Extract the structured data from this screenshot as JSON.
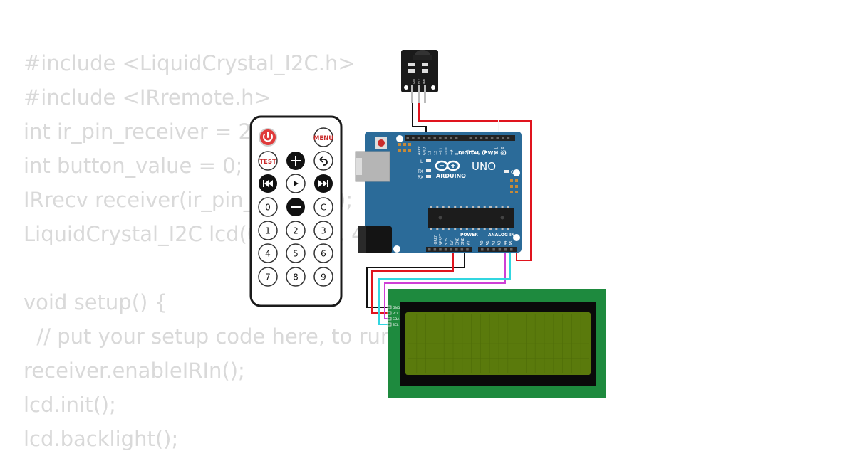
{
  "code_lines": [
    "#include <LiquidCrystal_I2C.h>",
    "#include <IRremote.h>",
    "int ir_pin_receiver = 2;",
    "int button_value = 0;",
    "IRrecv receiver(ir_pin_receiver);",
    "LiquidCrystal_I2C lcd(0x27, 16, 4);",
    "",
    "void setup() {",
    "  // put your setup code here, to run once:",
    "receiver.enableIRIn();",
    "lcd.init();",
    "lcd.backlight();"
  ],
  "remote": {
    "menu_label": "MENU",
    "test_label": "TEST",
    "c_label": "C",
    "digits": [
      "0",
      "1",
      "2",
      "3",
      "4",
      "5",
      "6",
      "7",
      "8",
      "9"
    ]
  },
  "arduino": {
    "brand": "ARDUINO",
    "model": "UNO",
    "digital_label": "DIGITAL (PWM ~)",
    "on_label": "ON",
    "l_label": "L",
    "tx_label": "TX",
    "rx_label": "RX",
    "power_label": "POWER",
    "analog_label": "ANALOG IN",
    "power_pins": [
      "IOREF",
      "RESET",
      "3.3V",
      "5V",
      "GND",
      "GND",
      "Vin"
    ],
    "analog_pins": [
      "A0",
      "A1",
      "A2",
      "A3",
      "A4",
      "A5"
    ],
    "digital_pins": [
      "AREF",
      "GND",
      "13",
      "12",
      "~11",
      "~10",
      "~9",
      "8",
      "7",
      "~6",
      "~5",
      "4",
      "~3",
      "2",
      "TX 1",
      "RX 0"
    ]
  },
  "ir_receiver": {
    "pin_labels": [
      "GND",
      "VCC",
      "DAT"
    ]
  },
  "lcd": {
    "pin_labels": [
      "GND",
      "VCC",
      "SDA",
      "SCL"
    ]
  },
  "colors": {
    "code_text": "#d9d9d9",
    "board": "#2b6b99",
    "lcd_pcb": "#1e8a3e",
    "lcd_screen": "#5a7a0c",
    "wire_red": "#e0141e",
    "wire_black": "#111111",
    "wire_cyan": "#31d6e0",
    "wire_magenta": "#cf3fd6",
    "power_button": "#e03a3a"
  }
}
